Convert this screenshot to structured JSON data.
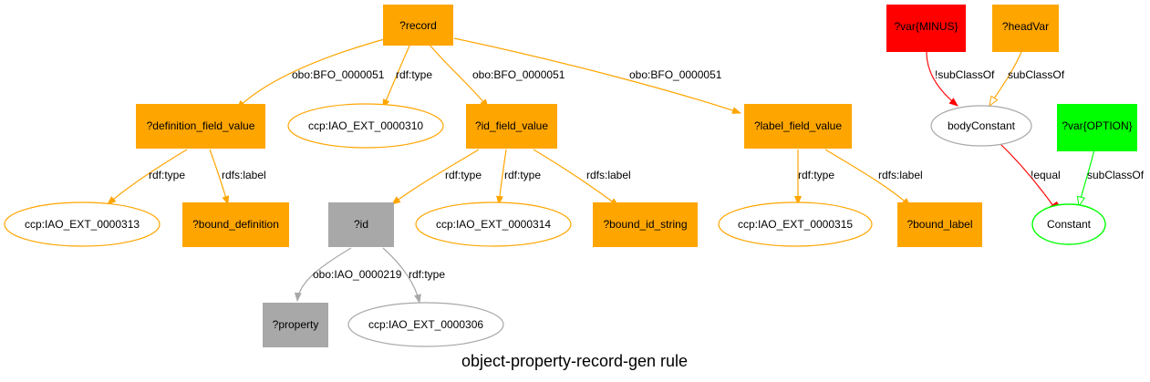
{
  "diagram": {
    "title": "object-property-record-gen rule",
    "colors": {
      "orange": "#ffa500",
      "gray": "#a8a8a8",
      "red": "#ff0000",
      "green": "#00ff00",
      "ellipse_gray": "#a8a8a8"
    },
    "nodes": {
      "record": "?record",
      "definition_field_value": "?definition_field_value",
      "ccp_iao_ext_0000310": "ccp:IAO_EXT_0000310",
      "id_field_value": "?id_field_value",
      "label_field_value": "?label_field_value",
      "ccp_iao_ext_0000313": "ccp:IAO_EXT_0000313",
      "bound_definition": "?bound_definition",
      "id": "?id",
      "ccp_iao_ext_0000314": "ccp:IAO_EXT_0000314",
      "bound_id_string": "?bound_id_string",
      "ccp_iao_ext_0000315": "ccp:IAO_EXT_0000315",
      "bound_label": "?bound_label",
      "property": "?property",
      "ccp_iao_ext_0000306": "ccp:IAO_EXT_0000306",
      "var_minus": "?var{MINUS}",
      "head_var": "?headVar",
      "body_constant": "bodyConstant",
      "var_option": "?var{OPTION}",
      "constant": "Constant"
    },
    "edges": {
      "record_to_definition": "obo:BFO_0000051",
      "record_to_type": "rdf:type",
      "record_to_id": "obo:BFO_0000051",
      "record_to_label": "obo:BFO_0000051",
      "definition_type": "rdf:type",
      "definition_label": "rdfs:label",
      "id_field_to_id": "rdf:type",
      "id_field_type": "rdf:type",
      "id_field_label": "rdfs:label",
      "label_field_type": "rdf:type",
      "label_field_label": "rdfs:label",
      "id_to_property": "obo:IAO_0000219",
      "id_type": "rdf:type",
      "minus_subclass": "!subClassOf",
      "headvar_subclass": "subClassOf",
      "body_not_equal": "!equal",
      "option_subclass": "subClassOf"
    }
  }
}
